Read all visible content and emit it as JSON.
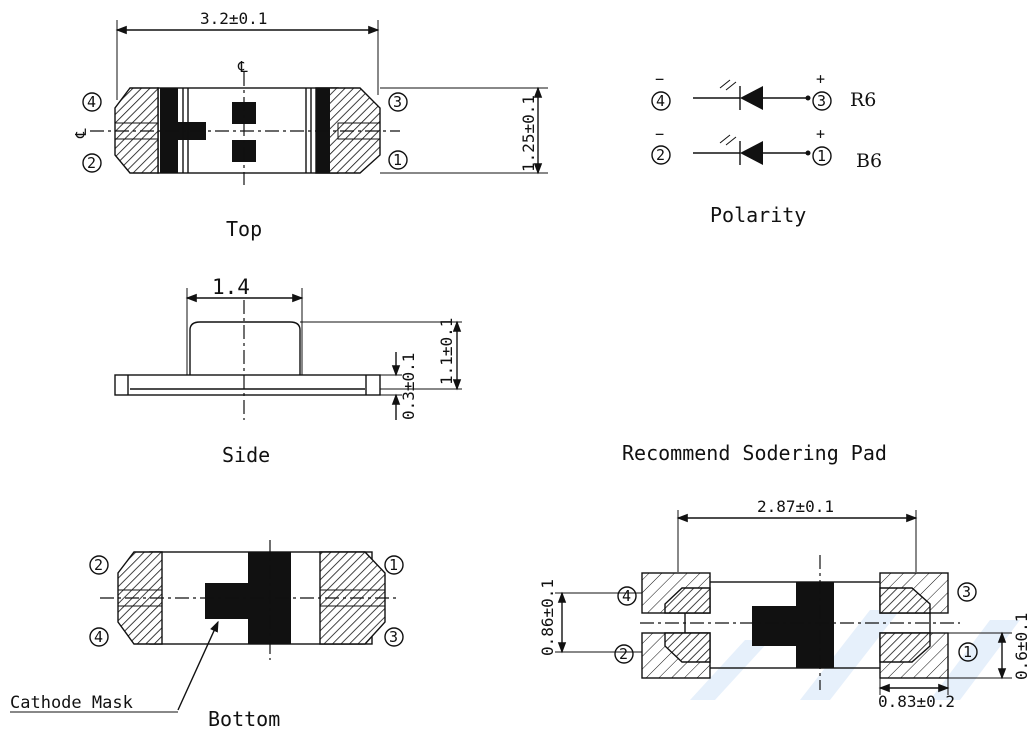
{
  "views": {
    "top": "Top",
    "polarity": "Polarity",
    "side": "Side",
    "bottom": "Bottom",
    "pad": "Recommend Sodering Pad"
  },
  "dimensions": {
    "top_width": "3.2±0.1",
    "top_height": "1.25±0.1",
    "side_width": "1.4",
    "side_height": "1.1±0.1",
    "side_base": "0.3±0.1",
    "pad_width": "2.87±0.1",
    "pad_pitch": "0.86±0.1",
    "pad_height": "0.6±0.1",
    "pad_length": "0.83±0.2"
  },
  "pins": {
    "p1": "1",
    "p2": "2",
    "p3": "3",
    "p4": "4"
  },
  "polarity": {
    "minus": "−",
    "plus": "+",
    "r6": "R6",
    "b6": "B6"
  },
  "centerline": "℄",
  "cathode_mask": "Cathode Mask",
  "colors": {
    "ink": "#111111",
    "background": "#ffffff",
    "watermark": "#e6f0fb"
  }
}
